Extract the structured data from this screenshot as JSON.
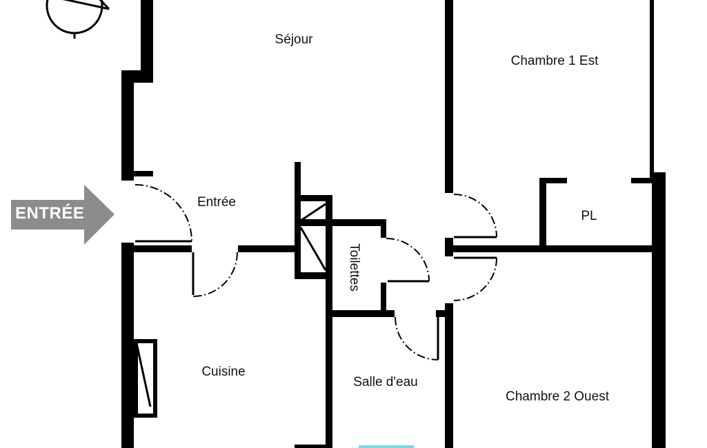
{
  "plan": {
    "entry_arrow": "ENTRÉE",
    "rooms": {
      "sejour": "Séjour",
      "chambre1": "Chambre 1 Est",
      "entree": "Entrée",
      "pl": "PL",
      "toilettes": "Toilettes",
      "cuisine": "Cuisine",
      "salle_eau": "Salle d'eau",
      "chambre2": "Chambre 2 Ouest"
    },
    "colors": {
      "wall": "#000000",
      "arrow": "#8c8c8c",
      "window": "#7fd6e0"
    }
  }
}
